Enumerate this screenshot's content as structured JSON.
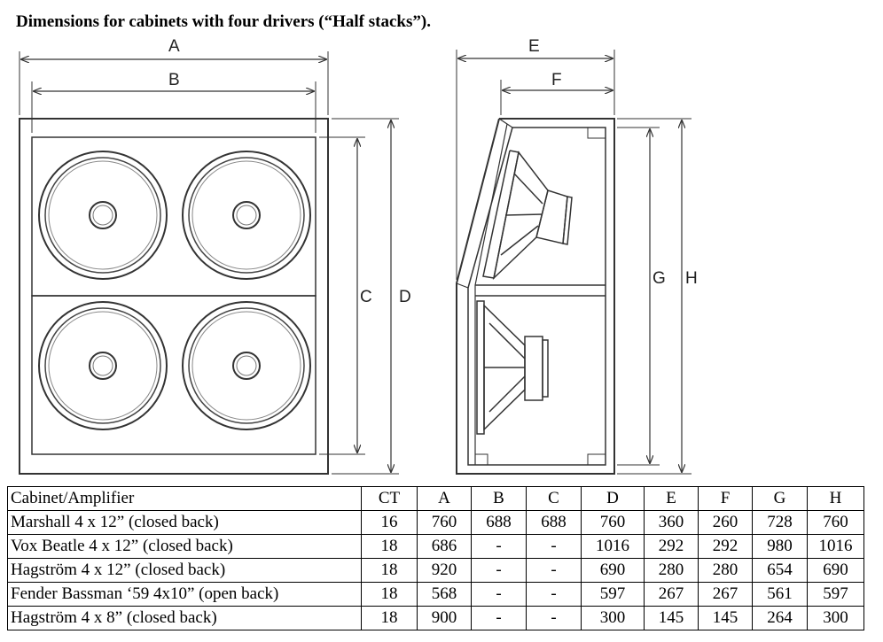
{
  "title": "Dimensions for cabinets with four drivers (“Half stacks”).",
  "dimension_labels": {
    "a": "A",
    "b": "B",
    "c": "C",
    "d": "D",
    "e": "E",
    "f": "F",
    "g": "G",
    "h": "H"
  },
  "table": {
    "headers": [
      "Cabinet/Amplifier",
      "CT",
      "A",
      "B",
      "C",
      "D",
      "E",
      "F",
      "G",
      "H"
    ],
    "rows": [
      [
        "Marshall 4 x 12” (closed back)",
        "16",
        "760",
        "688",
        "688",
        "760",
        "360",
        "260",
        "728",
        "760"
      ],
      [
        "Vox Beatle 4 x 12” (closed back)",
        "18",
        "686",
        "-",
        "-",
        "1016",
        "292",
        "292",
        "980",
        "1016"
      ],
      [
        "Hagström 4 x 12” (closed back)",
        "18",
        "920",
        "-",
        "-",
        "690",
        "280",
        "280",
        "654",
        "690"
      ],
      [
        "Fender Bassman ‘59 4x10” (open back)",
        "18",
        "568",
        "-",
        "-",
        "597",
        "267",
        "267",
        "561",
        "597"
      ],
      [
        "Hagström 4 x 8” (closed back)",
        "18",
        "900",
        "-",
        "-",
        "300",
        "145",
        "145",
        "264",
        "300"
      ]
    ]
  }
}
